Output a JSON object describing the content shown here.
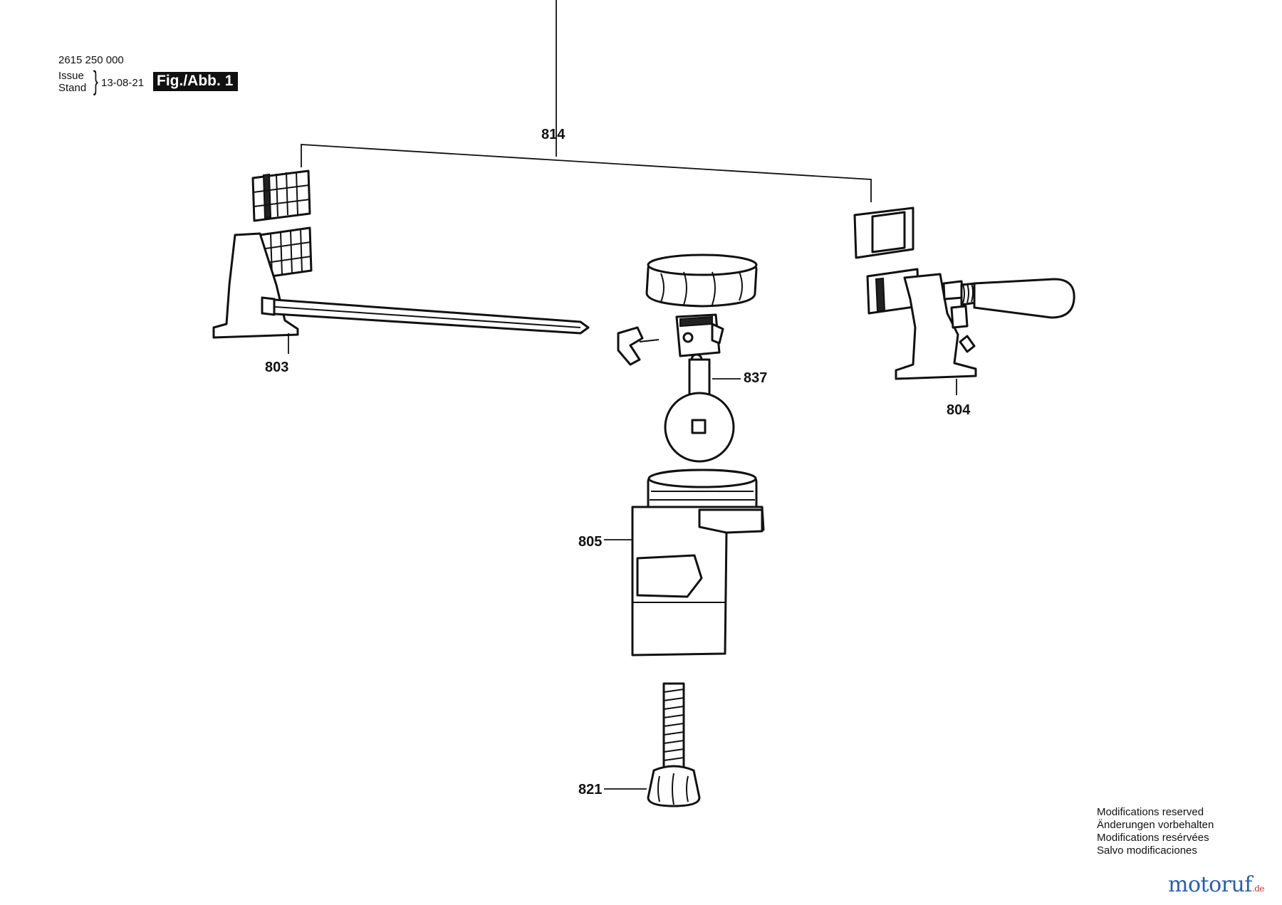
{
  "header": {
    "part_number": "2615 250 000",
    "issue_label": "Issue",
    "stand_label": "Stand",
    "brace": "}",
    "date": "13-08-21",
    "figure_label": "Fig./Abb. 1"
  },
  "callouts": {
    "c814": "814",
    "c803": "803",
    "c837": "837",
    "c804": "804",
    "c805": "805",
    "c821": "821"
  },
  "modifications": {
    "en": "Modifications reserved",
    "de": "Änderungen vorbehalten",
    "fr": "Modifications resérvées",
    "es": "Salvo modificaciones"
  },
  "brand": {
    "name": "motoruf",
    "suffix": ".de"
  }
}
